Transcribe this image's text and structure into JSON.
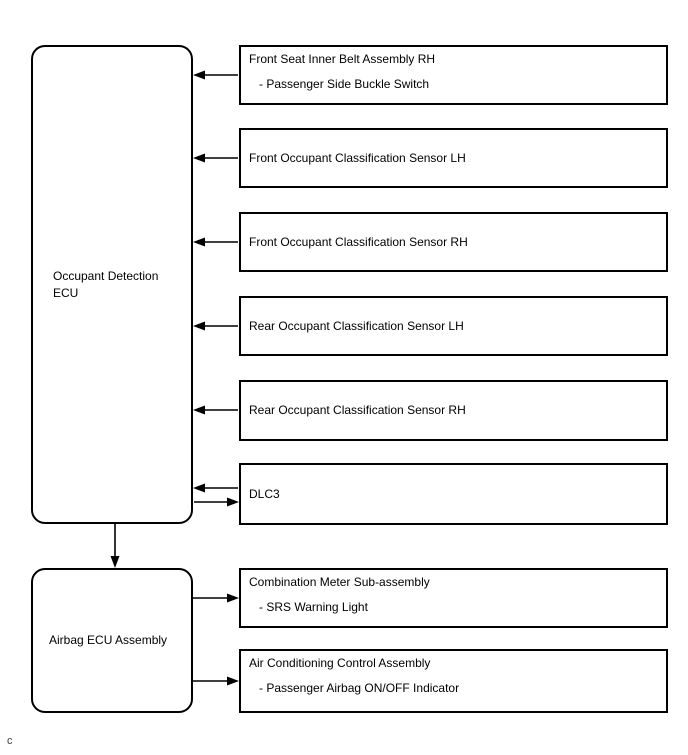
{
  "page": {
    "background": "#ffffff",
    "footnote": "c"
  },
  "diagram": {
    "line_color": "#000000",
    "box_border_color": "#000000",
    "ecu": {
      "label": "Occupant Detection\nECU"
    },
    "airbag_ecu": {
      "label": "Airbag ECU Assembly"
    },
    "ecu_to_airbag_connection": "arrow-down-from-occupant-detection-ecu-to-airbag-ecu",
    "peripherals": [
      {
        "title": "Front Seat Inner Belt Assembly RH",
        "subtitle": "- Passenger Side Buckle Switch",
        "connection": "arrow-into-occupant-detection-ecu"
      },
      {
        "title": "Front Occupant Classification Sensor LH",
        "connection": "arrow-into-occupant-detection-ecu"
      },
      {
        "title": "Front Occupant Classification Sensor RH",
        "connection": "arrow-into-occupant-detection-ecu"
      },
      {
        "title": "Rear Occupant Classification Sensor LH",
        "connection": "arrow-into-occupant-detection-ecu"
      },
      {
        "title": "Rear Occupant Classification Sensor RH",
        "connection": "arrow-into-occupant-detection-ecu"
      },
      {
        "title": "DLC3",
        "connection": "bidirectional-with-occupant-detection-ecu"
      },
      {
        "title": "Combination Meter Sub-assembly",
        "subtitle": "- SRS Warning Light",
        "connection": "arrow-from-airbag-ecu"
      },
      {
        "title": "Air Conditioning Control Assembly",
        "subtitle": "- Passenger Airbag ON/OFF Indicator",
        "connection": "arrow-from-airbag-ecu"
      }
    ]
  }
}
